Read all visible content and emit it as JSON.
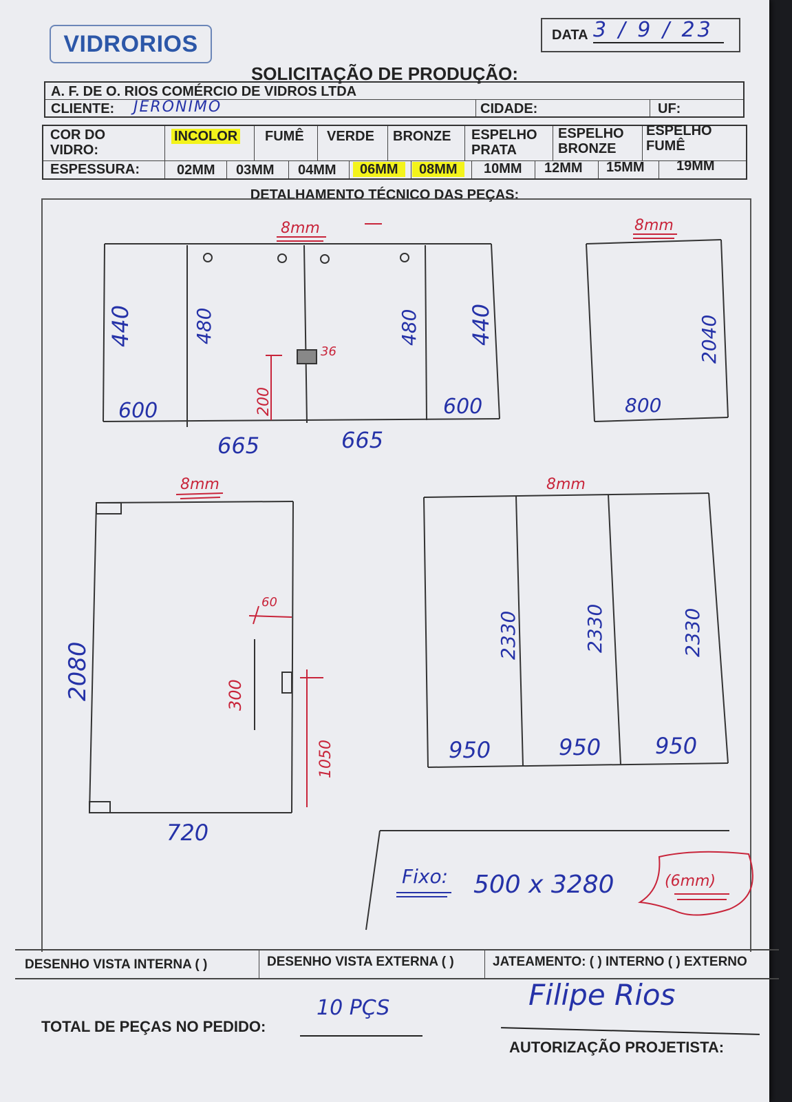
{
  "header": {
    "logo": "VIDRORIOS",
    "date_label": "DATA",
    "date_value": "3 / 9 / 23",
    "title": "SOLICITAÇÃO DE PRODUÇÃO:",
    "company": "A. F. DE O. RIOS COMÉRCIO DE VIDROS LTDA",
    "client_label": "CLIENTE:",
    "client_value": "JERONIMO",
    "city_label": "CIDADE:",
    "uf_label": "UF:"
  },
  "glass_color": {
    "label_line1": "COR DO",
    "label_line2": "VIDRO:",
    "options": [
      {
        "line1": "INCOLOR",
        "line2": "",
        "selected": true
      },
      {
        "line1": "FUMÊ",
        "line2": "",
        "selected": false
      },
      {
        "line1": "VERDE",
        "line2": "",
        "selected": false
      },
      {
        "line1": "BRONZE",
        "line2": "",
        "selected": false
      },
      {
        "line1": "ESPELHO",
        "line2": "PRATA",
        "selected": false
      },
      {
        "line1": "ESPELHO",
        "line2": "BRONZE",
        "selected": false
      },
      {
        "line1": "ESPELHO",
        "line2": "FUMÊ",
        "selected": false
      }
    ]
  },
  "thickness": {
    "label": "ESPESSURA:",
    "options": [
      {
        "label": "02MM",
        "selected": false
      },
      {
        "label": "03MM",
        "selected": false
      },
      {
        "label": "04MM",
        "selected": false
      },
      {
        "label": "06MM",
        "selected": true
      },
      {
        "label": "08MM",
        "selected": true
      },
      {
        "label": "10MM",
        "selected": false
      },
      {
        "label": "12MM",
        "selected": false
      },
      {
        "label": "15MM",
        "selected": false
      },
      {
        "label": "19MM",
        "selected": false
      }
    ]
  },
  "details_title": "DETALHAMENTO TÉCNICO DAS PEÇAS:",
  "drawings": {
    "d1": {
      "thickness": "8mm",
      "h_left": "440",
      "h_mid_left": "480",
      "h_mid_right": "480",
      "h_right": "440",
      "w_left": "600",
      "w_right": "600",
      "w_mid_left": "665",
      "w_mid_right": "665",
      "lock_height": "200",
      "lock_note": "36"
    },
    "d2": {
      "thickness": "8mm",
      "height": "2040",
      "width": "800"
    },
    "d3": {
      "thickness": "8mm",
      "height": "2080",
      "width": "720",
      "handle_len": "300",
      "handle_offset": "60",
      "lock_height": "1050"
    },
    "d4": {
      "thickness": "8mm",
      "heights": [
        "2330",
        "2330",
        "2330"
      ],
      "widths": [
        "950",
        "950",
        "950"
      ]
    },
    "fixed": {
      "label": "Fixo:",
      "dims": "500 x 3280",
      "thickness": "(6mm)"
    }
  },
  "footer": {
    "internal_view": "DESENHO VISTA INTERNA ( )",
    "external_view": "DESENHO VISTA EXTERNA ( )",
    "sandblasting": "JATEAMENTO: ( ) INTERNO ( ) EXTERNO",
    "total_label": "TOTAL DE PEÇAS NO PEDIDO:",
    "total_value": "10 PÇS",
    "signature": "Filipe Rios",
    "signature_label": "AUTORIZAÇÃO PROJETISTA:"
  },
  "colors": {
    "ink_blue": "#2532a8",
    "ink_red": "#c8243a",
    "highlight": "#f3f31b",
    "logo_blue": "#2c57a8"
  }
}
